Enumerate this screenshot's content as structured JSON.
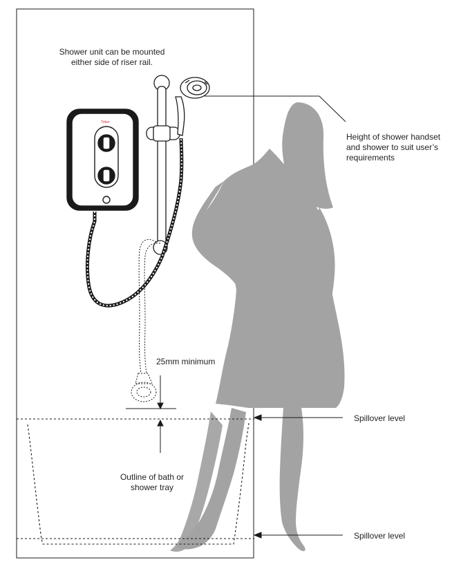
{
  "labels": {
    "mount_note_line1": "Shower unit can be mounted",
    "mount_note_line2": "either side of riser rail.",
    "height_note_line1": "Height of shower handset",
    "height_note_line2": "and shower to suit user’s",
    "height_note_line3": "requirements",
    "min_gap": "25mm minimum",
    "bath_outline_line1": "Outline of bath or",
    "bath_outline_line2": "shower tray",
    "spillover_upper": "Spillover level",
    "spillover_lower": "Spillover level"
  },
  "colors": {
    "silhouette": "#a3a3a3",
    "line": "#1a1a1a",
    "unit_body": "#ffffff"
  }
}
